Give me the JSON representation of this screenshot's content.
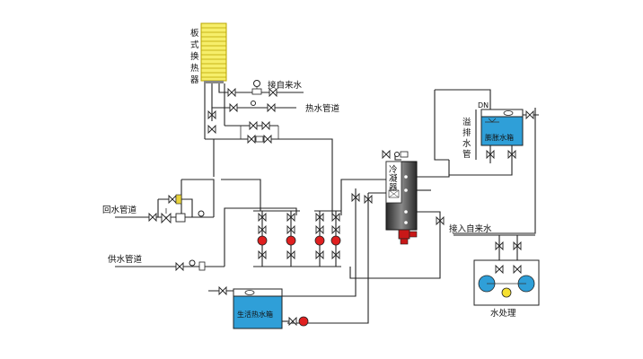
{
  "labels": {
    "plate_heat_exchanger": [
      "板",
      "式",
      "换",
      "热",
      "器"
    ],
    "tap_water_top": "接自来水",
    "hot_water_pipe": "热水管道",
    "overflow_pipe": [
      "溢",
      "排",
      "水",
      "管"
    ],
    "dn": "DN",
    "expansion_tank": "膨胀水箱",
    "condenser": [
      "冷",
      "凝",
      "器"
    ],
    "return_pipe": "回水管道",
    "supply_pipe": "供水管道",
    "tap_water_right": "接入自来水",
    "water_treatment": "水处理",
    "hot_water_tank": "生活热水箱"
  },
  "colors": {
    "heat_exchanger_fill": "#f6ee6a",
    "heat_exchanger_stroke": "#b8a400",
    "tank_fill": "#2f9fd8",
    "pump_red": "#e02020",
    "burner_red": "#c81818",
    "condenser_body": "#4a4a4a",
    "yellow_dot": "#f5e030"
  }
}
